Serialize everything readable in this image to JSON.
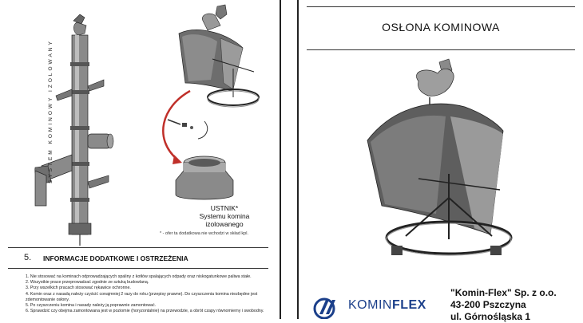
{
  "left": {
    "vertical_text": "SYSTEM KOMINOWY IZOLOWANY",
    "ustnik": {
      "line1": "USTNIK*",
      "line2": "Systemu komina",
      "line3": "izolowanego"
    },
    "footnote": "* - ofer ta dodatkowa nie wchodzi w skład kpl.",
    "section_number": "5.",
    "section_title": "INFORMACJE DODATKOWE I OSTRZEŻENIA",
    "list": [
      "1. Nie stosować na kominach odprowadzających spaliny z kotłów spalających odpady oraz niskogatunkowe paliwa stałe.",
      "2. Wszystkie prace przeprowadzać zgodnie ze sztuką budowlaną.",
      "3. Przy wszelkich pracach stosować rękawice ochronne.",
      "4. Komin oraz z nasadą należy czyścić conajmniej 2 razy do roku (przepisy prawne). Do czyszczenia komina niezbędne jest zdemontowanie osłony.",
      "5. Po czyszczeniu komina i nasady należy ją poprawnie zamontować.",
      "6. Sprawdzić czy obejma zamontowana jest w poziomie (horyzontalnie) na przewodzie, a obrót czapy równomierny i swobodny."
    ]
  },
  "right": {
    "title": "OSŁONA KOMINOWA",
    "company_line1": "\"Komin-Flex\" Sp. z o.o.",
    "company_line2": "43-200 Pszczyna",
    "company_line3": "ul. Górnośląska 1",
    "logo_part1": "KOMIN",
    "logo_part2": "FLEX",
    "brand_color": "#1b3f8a"
  }
}
